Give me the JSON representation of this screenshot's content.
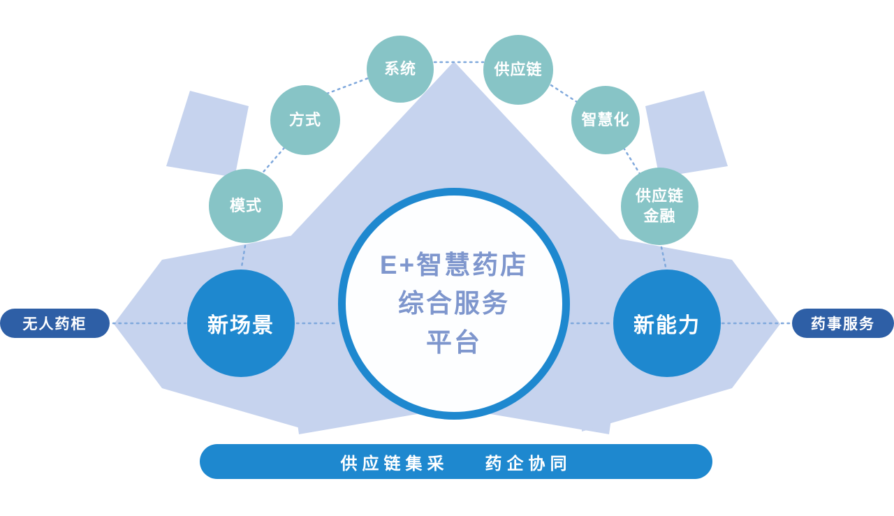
{
  "colors": {
    "accent_blue": "#1e88cf",
    "teal_circle": "#87c4c6",
    "dark_blue_tag": "#2e5fa6",
    "backdrop_light_blue": "#c6d3ee",
    "center_text_blue": "#7e96cd",
    "connector_dotted": "#7fa8dc"
  },
  "center": {
    "line1": "E+智慧药店",
    "line2": "综合服务",
    "line3": "平台"
  },
  "satellites": [
    {
      "label": "模式"
    },
    {
      "label": "方式"
    },
    {
      "label": "系统"
    },
    {
      "label": "供应链"
    },
    {
      "label": "智慧化"
    },
    {
      "line1": "供应链",
      "line2": "金融"
    }
  ],
  "hubs": {
    "left": "新场景",
    "right": "新能力"
  },
  "side_tags": {
    "left": "无人药柜",
    "right": "药事服务"
  },
  "bottom_bar": {
    "item1": "供应链集采",
    "item2": "药企协同"
  }
}
